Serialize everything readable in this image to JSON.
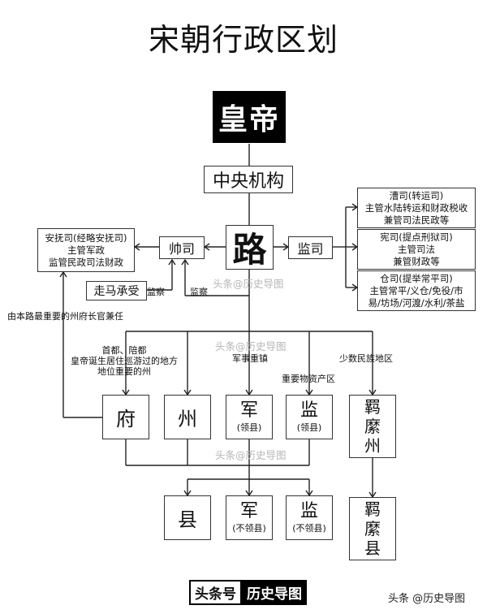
{
  "title": "宋朝行政区划",
  "emperor": "皇帝",
  "central": "中央机构",
  "lu": "路",
  "shuai_si": "帅司",
  "jian_si": "监司",
  "zouma": "走马承受",
  "anfu": [
    "安抚司(经略安抚司)",
    "主管军政",
    "监管民政司法财政"
  ],
  "cao_si": [
    "漕司(转运司)",
    "主管水陆转运和财政税收",
    "兼管司法民政等"
  ],
  "xian_si": [
    "宪司(提点刑狱司)",
    "主管司法",
    "兼管财政等"
  ],
  "cang_si": [
    "仓司(提举常平司)",
    "主管常平/义仓/免役/市",
    "易/坊场/河渡/水利/茶盐"
  ],
  "jiancha1": "监察",
  "jiancha2": "监察",
  "zhifu_note": "由本路最重要的州府长官兼任",
  "fu_note": [
    "首都、陪都",
    "皇帝诞生居住巡游过的地方",
    "地位重要的州"
  ],
  "jun_note": "军事重镇",
  "jian_note": "重要物资产区",
  "jimi_note": "少数民族地区",
  "fu": "府",
  "zhou": "州",
  "jun_main": "军",
  "jun_sub": "(领县)",
  "jianx_main": "监",
  "jianx_sub": "(领县)",
  "jimizhou": [
    "羁",
    "縻",
    "州"
  ],
  "xian": "县",
  "jun2_main": "军",
  "jun2_sub": "(不领县)",
  "jian2_main": "监",
  "jian2_sub": "(不领县)",
  "jimixian": [
    "羁",
    "縻",
    "县"
  ],
  "watermarks": [
    "头条@历史导图",
    "头条@历史导图",
    "头条@历史导图"
  ],
  "footer_left": [
    "头条号",
    "历史导图"
  ],
  "footer_right": "头条 @历史导图"
}
